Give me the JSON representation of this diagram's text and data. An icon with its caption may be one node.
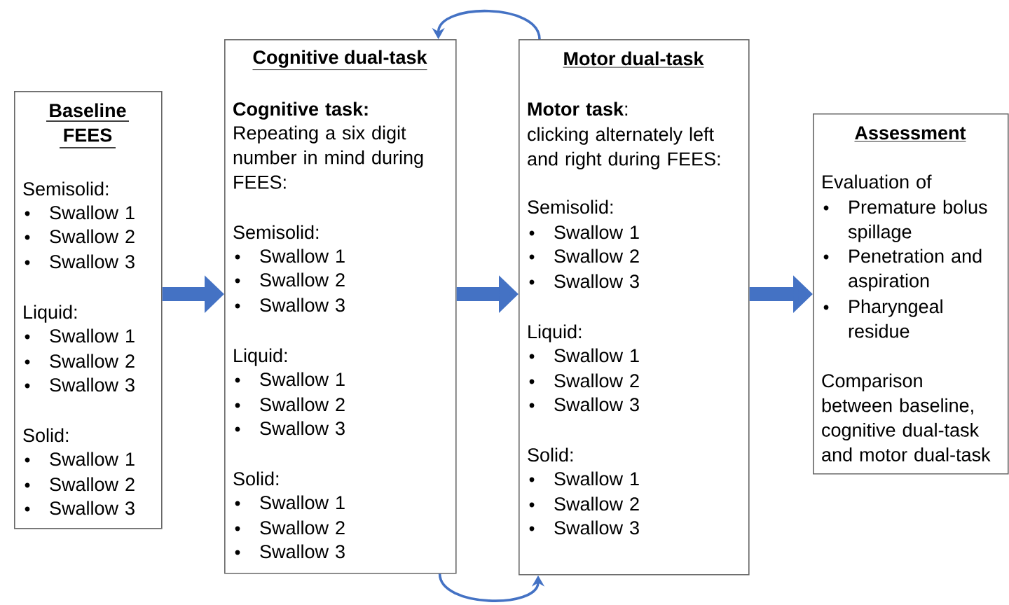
{
  "diagram": {
    "nodes": [
      {
        "text": [
          "Baseline FEES",
          "Semisolid:",
          "Swallow 1",
          "Swallow 2",
          "Swallow 3",
          "Liquid:",
          "Swallow 1",
          "Swallow 2",
          "Swallow 3",
          "Solid:",
          "Swallow 1",
          "Swallow 2",
          "Swallow 3"
        ]
      },
      {
        "text": [
          "Cognitive dual-task",
          "Cognitive task:",
          "Repeating a six digit number in mind during FEES:",
          "Semisolid:",
          "Swallow 1",
          "Swallow 2",
          "Swallow 3",
          "Liquid:",
          "Swallow 1",
          "Swallow 2",
          "Swallow 3",
          "Solid:",
          "Swallow 1",
          "Swallow 2",
          "Swallow 3"
        ]
      },
      {
        "text": [
          "Motor dual-task",
          "**Motor task**:",
          "clicking alternately left and right during FEES:",
          "Semisolid:",
          "Swallow 1",
          "Swallow 2",
          "Swallow 3",
          "Liquid:",
          "Swallow 1",
          "Swallow 2",
          "Swallow 3",
          "Solid:",
          "Swallow 1",
          "Swallow 2",
          "Swallow 3"
        ]
      },
      {
        "text": [
          "Assessment",
          "Evaluation of",
          "Premature bolus spillage",
          "Penetration and aspiration",
          "Pharyngeal residue",
          "Comparison between baseline, cognitive dual-task and motor dual-task"
        ]
      }
    ],
    "edges": [
      {
        "from": 0,
        "to": 1,
        "arrow": "to",
        "color": "#4472c4"
      },
      {
        "from": 1,
        "to": 2,
        "arrow": "to",
        "color": "#4472c4"
      },
      {
        "from": 2,
        "to": 3,
        "arrow": "to",
        "color": "#4472c4"
      },
      {
        "from": 2,
        "to": 1,
        "arrow": "to",
        "color": "#4472c4"
      },
      {
        "from": 1,
        "to": 2,
        "arrow": "to",
        "color": "#4472c4"
      }
    ]
  }
}
